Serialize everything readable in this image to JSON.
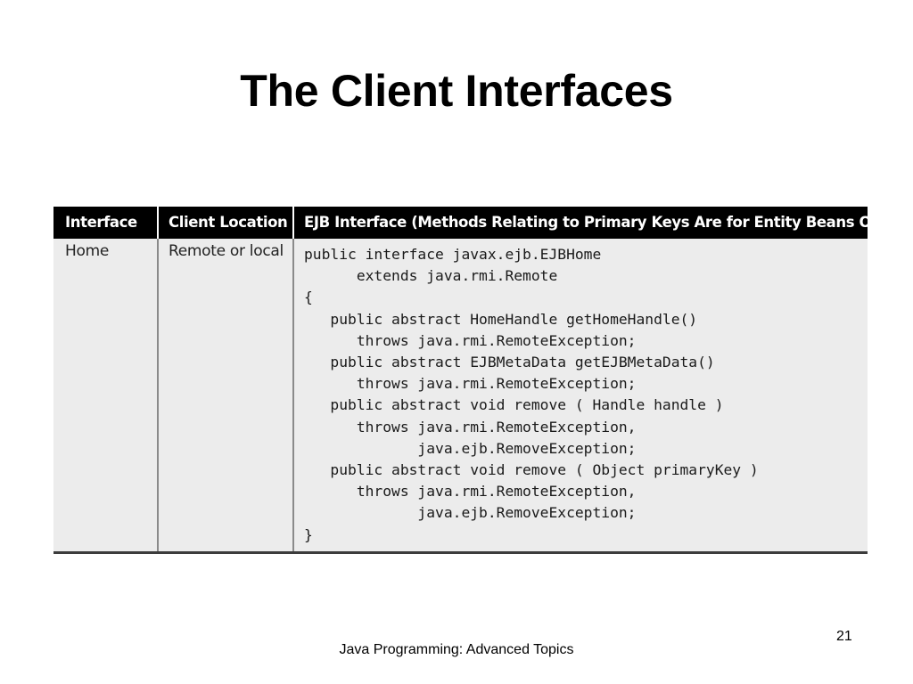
{
  "slide": {
    "title": "The Client Interfaces",
    "page_number": "21",
    "footer": "Java Programming: Advanced Topics"
  },
  "table": {
    "headers": [
      "Interface",
      "Client Location",
      "EJB Interface (Methods Relating to Primary Keys Are for Entity Beans Only)"
    ],
    "rows": [
      {
        "interface": "Home",
        "client_location": "Remote or local",
        "ejb_interface": "public interface javax.ejb.EJBHome\n      extends java.rmi.Remote\n{\n   public abstract HomeHandle getHomeHandle()\n      throws java.rmi.RemoteException;\n   public abstract EJBMetaData getEJBMetaData()\n      throws java.rmi.RemoteException;\n   public abstract void remove ( Handle handle )\n      throws java.rmi.RemoteException,\n             java.ejb.RemoveException;\n   public abstract void remove ( Object primaryKey )\n      throws java.rmi.RemoteException,\n             java.ejb.RemoveException;\n}"
      }
    ]
  }
}
